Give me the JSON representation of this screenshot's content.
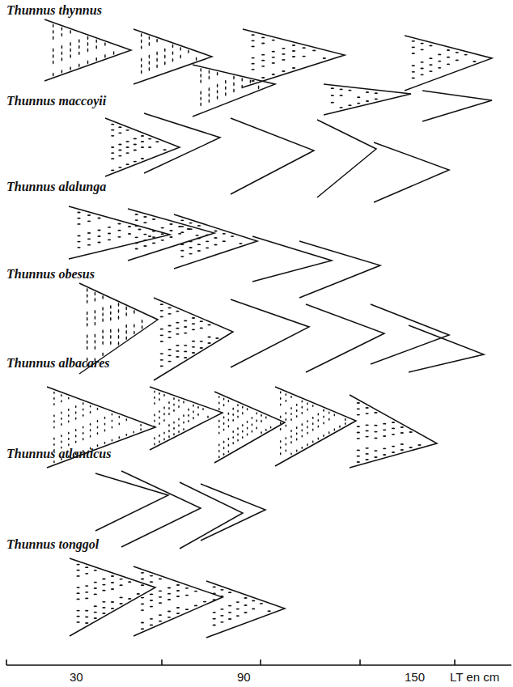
{
  "diagram": {
    "labels": [
      "Thunnus thynnus",
      "Thunnus maccoyii",
      "Thunnus alalunga",
      "Thunnus obesus",
      "Thunnus albacares",
      "Thunnus atlanticus",
      "Thunnus tonggol",
      "30",
      "90",
      "150",
      "LT en cm"
    ]
  }
}
